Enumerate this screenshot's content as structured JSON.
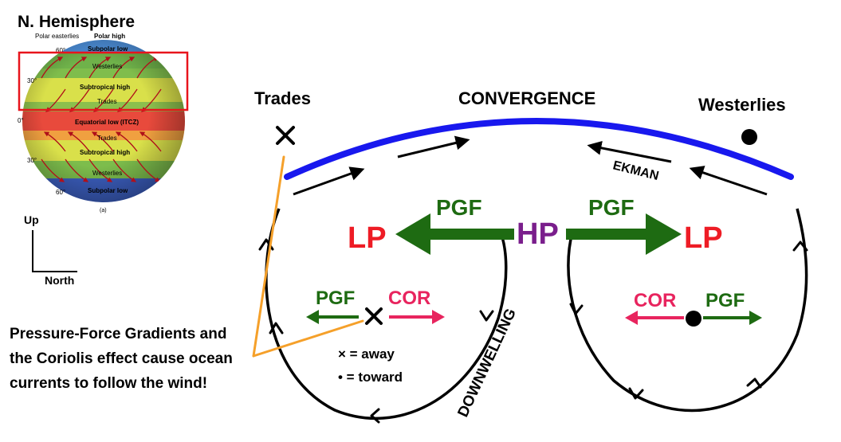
{
  "inset": {
    "title": "N. Hemisphere",
    "label_polar_easterlies": "Polar easterlies",
    "label_polar_high": "Polar high",
    "label_subpolar_low_top": "Subpolar low",
    "label_westerlies_top": "Westerlies",
    "label_subtropical_high_top": "Subtropical high",
    "label_trades_top": "Trades",
    "label_itcz": "Equatorial low (ITCZ)",
    "label_trades_bottom": "Trades",
    "label_subtropical_high_bottom": "Subtropical high",
    "label_westerlies_bottom": "Westerlies",
    "label_subpolar_low_bottom": "Subpolar low",
    "lat_60_top": "60°",
    "lat_30_top": "30°",
    "lat_0": "0°",
    "lat_30_bottom": "30°",
    "lat_60_bottom": "60°",
    "caption": "(a)",
    "highlight_color": "#e8141c"
  },
  "axes": {
    "up": "Up",
    "north": "North"
  },
  "labels": {
    "trades": "Trades",
    "convergence": "CONVERGENCE",
    "westerlies": "Westerlies",
    "ekman": "EKMAN",
    "pgf_left": "PGF",
    "pgf_right": "PGF",
    "lp_left": "LP",
    "hp": "HP",
    "lp_right": "LP",
    "pgf_small_left": "PGF",
    "cor_left": "COR",
    "cor_right": "COR",
    "pgf_small_right": "PGF",
    "downwelling": "DOWNWELLING",
    "away_legend": "× = away",
    "toward_legend": "• = toward",
    "note_line1": "Pressure-Force Gradients and",
    "note_line2": "the Coriolis effect cause ocean",
    "note_line3": "currents to follow the wind!"
  },
  "colors": {
    "pgf_green": "#1e6b12",
    "lp_red": "#ee1c25",
    "hp_purple": "#7a1e8c",
    "cor_pink": "#e8245e",
    "surface_blue": "#1818ee",
    "pointer_orange": "#f5a02a"
  }
}
